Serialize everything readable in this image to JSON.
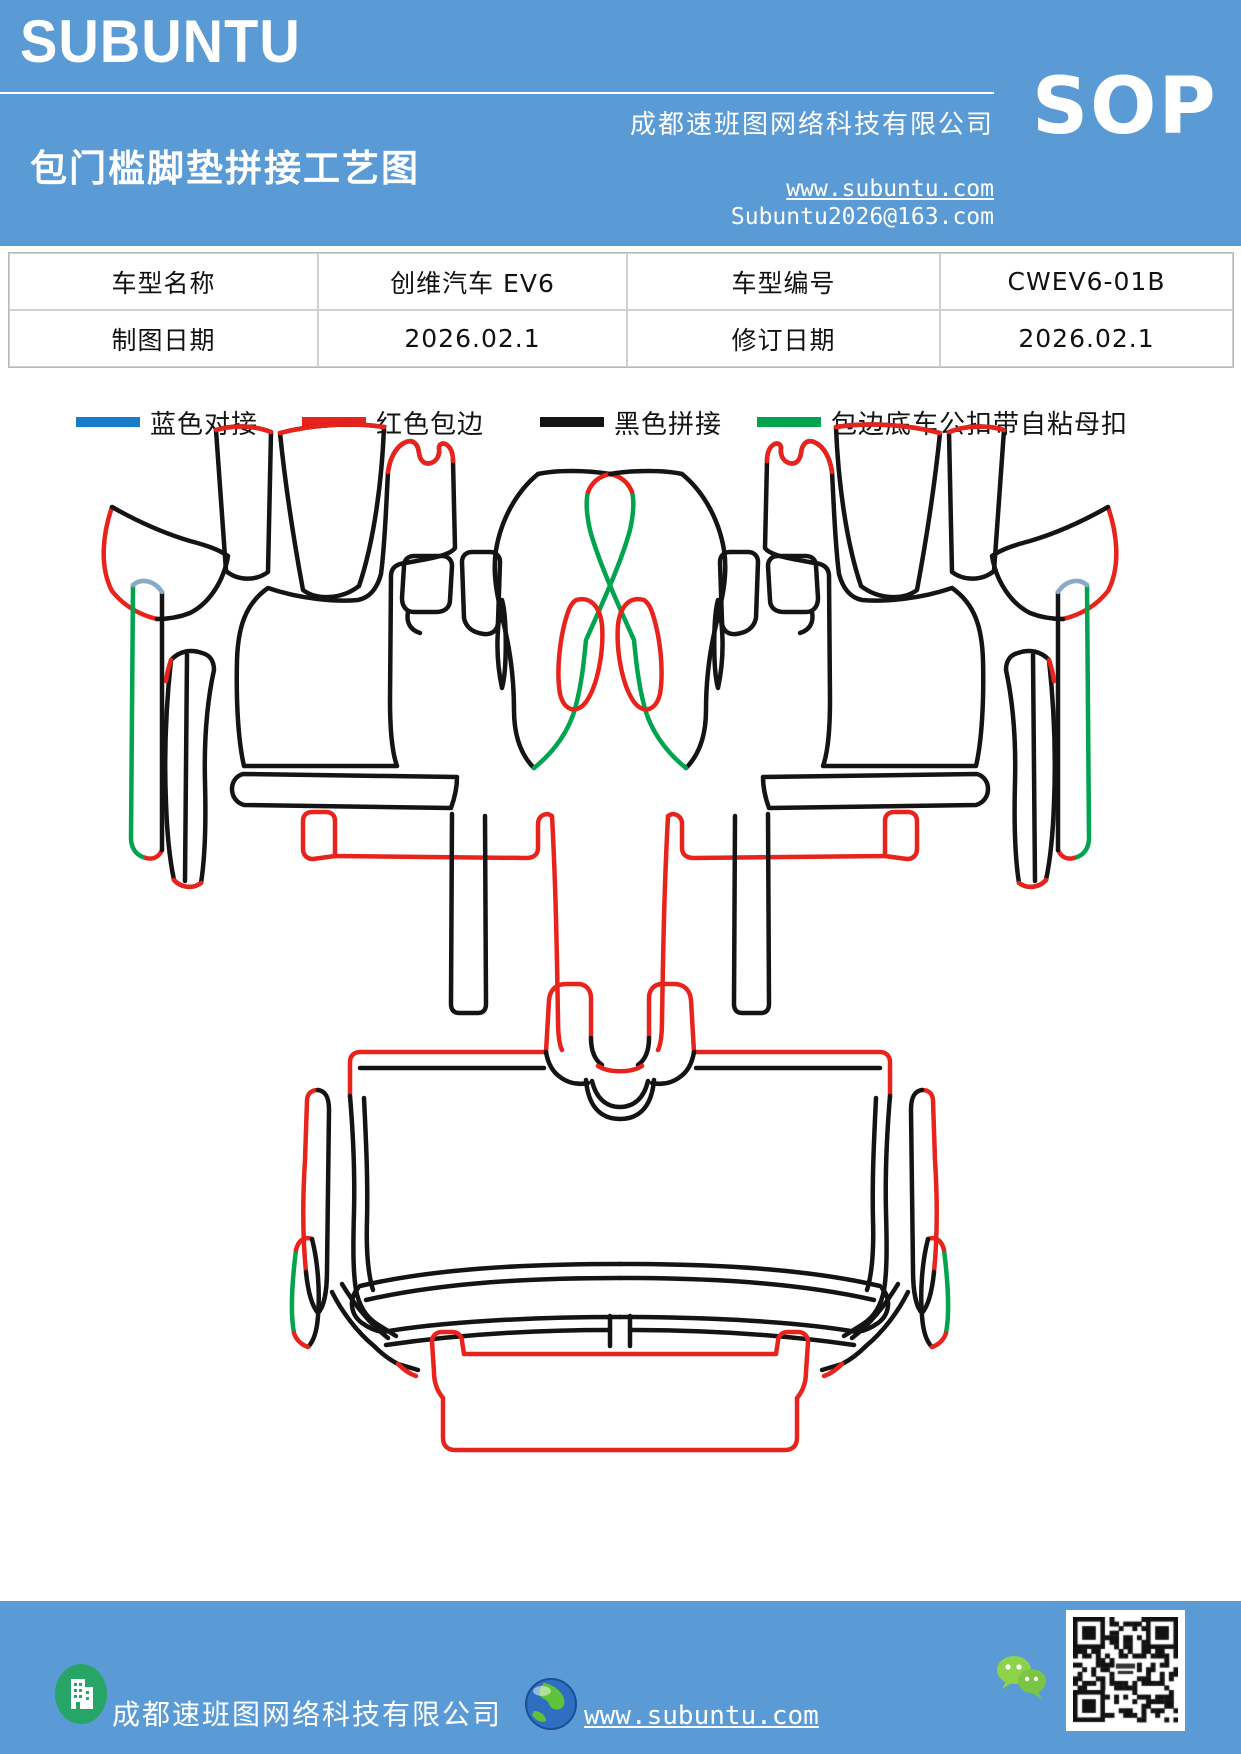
{
  "header": {
    "brand": "SUBUNTU",
    "doc_title": "包门槛脚垫拼接工艺图",
    "company_name": "成都速班图网络科技有限公司",
    "website": "www.subuntu.com",
    "email": "Subuntu2026@163.com",
    "sop_badge": "SOP"
  },
  "info_table": {
    "rows": [
      [
        "车型名称",
        "创维汽车 EV6",
        "车型编号",
        "CWEV6-01B"
      ],
      [
        "制图日期",
        "2026.02.1",
        "修订日期",
        "2026.02.1"
      ]
    ]
  },
  "legend": {
    "items": [
      {
        "label": "蓝色对接",
        "color": "#177cc9"
      },
      {
        "label": "红色包边",
        "color": "#e8231c"
      },
      {
        "label": "黑色拼接",
        "color": "#141414"
      },
      {
        "label": "包边底车公扣带自粘母扣",
        "color": "#00a34e"
      }
    ]
  },
  "footer": {
    "company_name": "成都速班图网络科技有限公司",
    "website": "www.subuntu.com"
  },
  "colors": {
    "header_bg": "#5b9bd5",
    "footer_bg": "#5b9bd5",
    "stitch_red": "#e8231c",
    "stitch_green": "#00a34e",
    "stitch_black": "#141414",
    "stitch_blue": "#177cc9"
  }
}
